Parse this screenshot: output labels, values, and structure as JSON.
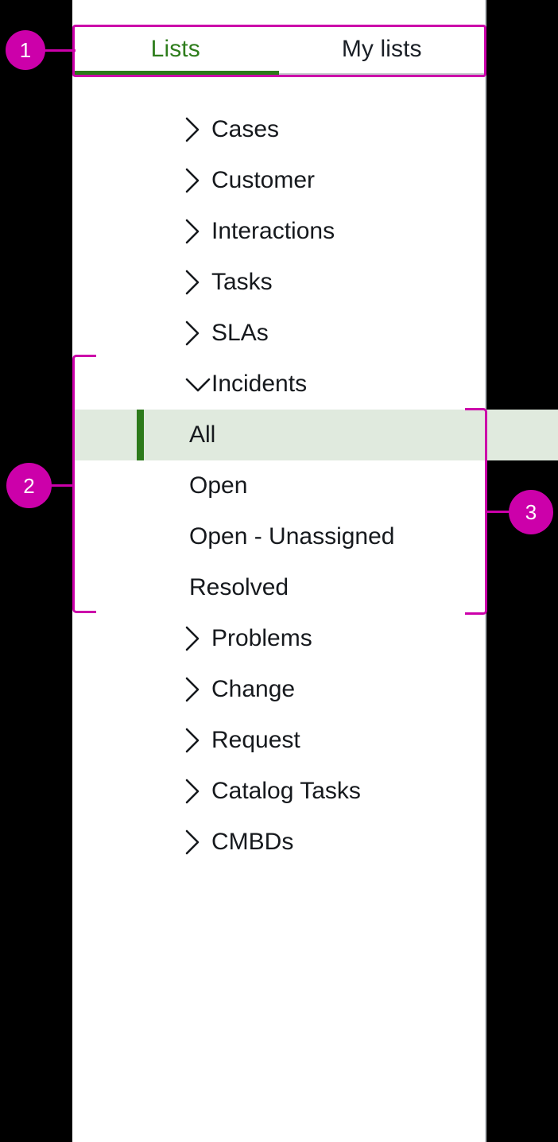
{
  "panel": {
    "name": "lists-navigation-panel",
    "background": "#ffffff",
    "border_color": "#c4c8cc"
  },
  "tabs": {
    "active_index": 0,
    "active_color": "#2e7d1c",
    "inactive_color": "#1a1f26",
    "underline_color": "#2c7a1a",
    "items": [
      {
        "label": "Lists",
        "icon": "tab-lists",
        "active": true
      },
      {
        "label": "My lists",
        "icon": "tab-my-lists",
        "active": false
      }
    ]
  },
  "tree": {
    "chevron_right_icon": "chevron-right-icon",
    "chevron_down_icon": "chevron-down-icon",
    "selected_background": "#e0eade",
    "selected_bar_color": "#2c7a1a",
    "items": [
      {
        "label": "Cases",
        "expanded": false
      },
      {
        "label": "Customer",
        "expanded": false
      },
      {
        "label": "Interactions",
        "expanded": false
      },
      {
        "label": "Tasks",
        "expanded": false
      },
      {
        "label": "SLAs",
        "expanded": false
      },
      {
        "label": "Incidents",
        "expanded": true
      },
      {
        "label": "Problems",
        "expanded": false
      },
      {
        "label": "Change",
        "expanded": false
      },
      {
        "label": "Request",
        "expanded": false
      },
      {
        "label": "Catalog Tasks",
        "expanded": false
      },
      {
        "label": "CMBDs",
        "expanded": false
      }
    ],
    "incident_children": [
      {
        "label": "All",
        "selected": true
      },
      {
        "label": "Open",
        "selected": false
      },
      {
        "label": "Open - Unassigned",
        "selected": false
      },
      {
        "label": "Resolved",
        "selected": false
      }
    ]
  },
  "annotations": {
    "color": "#cc00aa",
    "markers": [
      {
        "id": "1",
        "label": "1",
        "target": "tabs-region"
      },
      {
        "id": "2",
        "label": "2",
        "target": "incidents-group-region"
      },
      {
        "id": "3",
        "label": "3",
        "target": "incident-children-region"
      }
    ]
  }
}
